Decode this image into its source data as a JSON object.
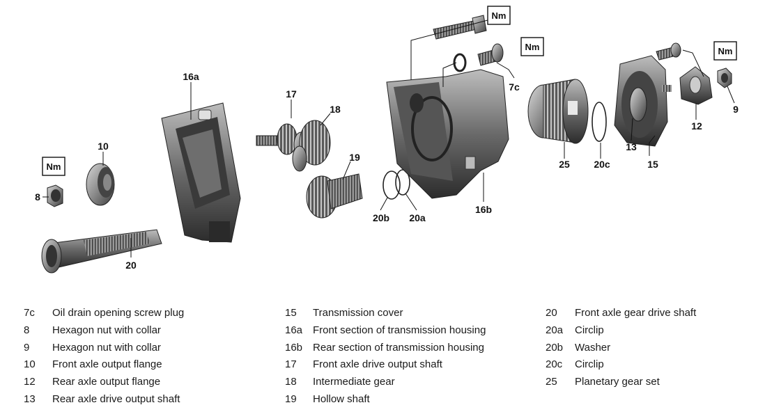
{
  "callouts": {
    "c16a": "16a",
    "c10": "10",
    "c8": "8",
    "c20": "20",
    "c17": "17",
    "c18": "18",
    "c19": "19",
    "c20b": "20b",
    "c20a": "20a",
    "c16b": "16b",
    "c7c": "7c",
    "c25": "25",
    "c20c": "20c",
    "c13": "13",
    "c15": "15",
    "c12": "12",
    "c9": "9"
  },
  "torque_marker": "Nm",
  "legend": {
    "col1": [
      {
        "key": "7c",
        "desc": "Oil drain opening screw plug"
      },
      {
        "key": "8",
        "desc": "Hexagon nut with collar"
      },
      {
        "key": "9",
        "desc": "Hexagon nut with collar"
      },
      {
        "key": "10",
        "desc": "Front axle output flange"
      },
      {
        "key": "12",
        "desc": "Rear axle output flange"
      },
      {
        "key": "13",
        "desc": "Rear axle drive output shaft"
      }
    ],
    "col2": [
      {
        "key": "15",
        "desc": "Transmission cover"
      },
      {
        "key": "16a",
        "desc": "Front section of transmission housing"
      },
      {
        "key": "16b",
        "desc": "Rear section of transmission housing"
      },
      {
        "key": "17",
        "desc": "Front axle drive output shaft"
      },
      {
        "key": "18",
        "desc": "Intermediate gear"
      },
      {
        "key": "19",
        "desc": "Hollow shaft"
      }
    ],
    "col3": [
      {
        "key": "20",
        "desc": "Front axle gear drive shaft"
      },
      {
        "key": "20a",
        "desc": "Circlip"
      },
      {
        "key": "20b",
        "desc": "Washer"
      },
      {
        "key": "20c",
        "desc": "Circlip"
      },
      {
        "key": "25",
        "desc": "Planetary gear set"
      }
    ]
  }
}
